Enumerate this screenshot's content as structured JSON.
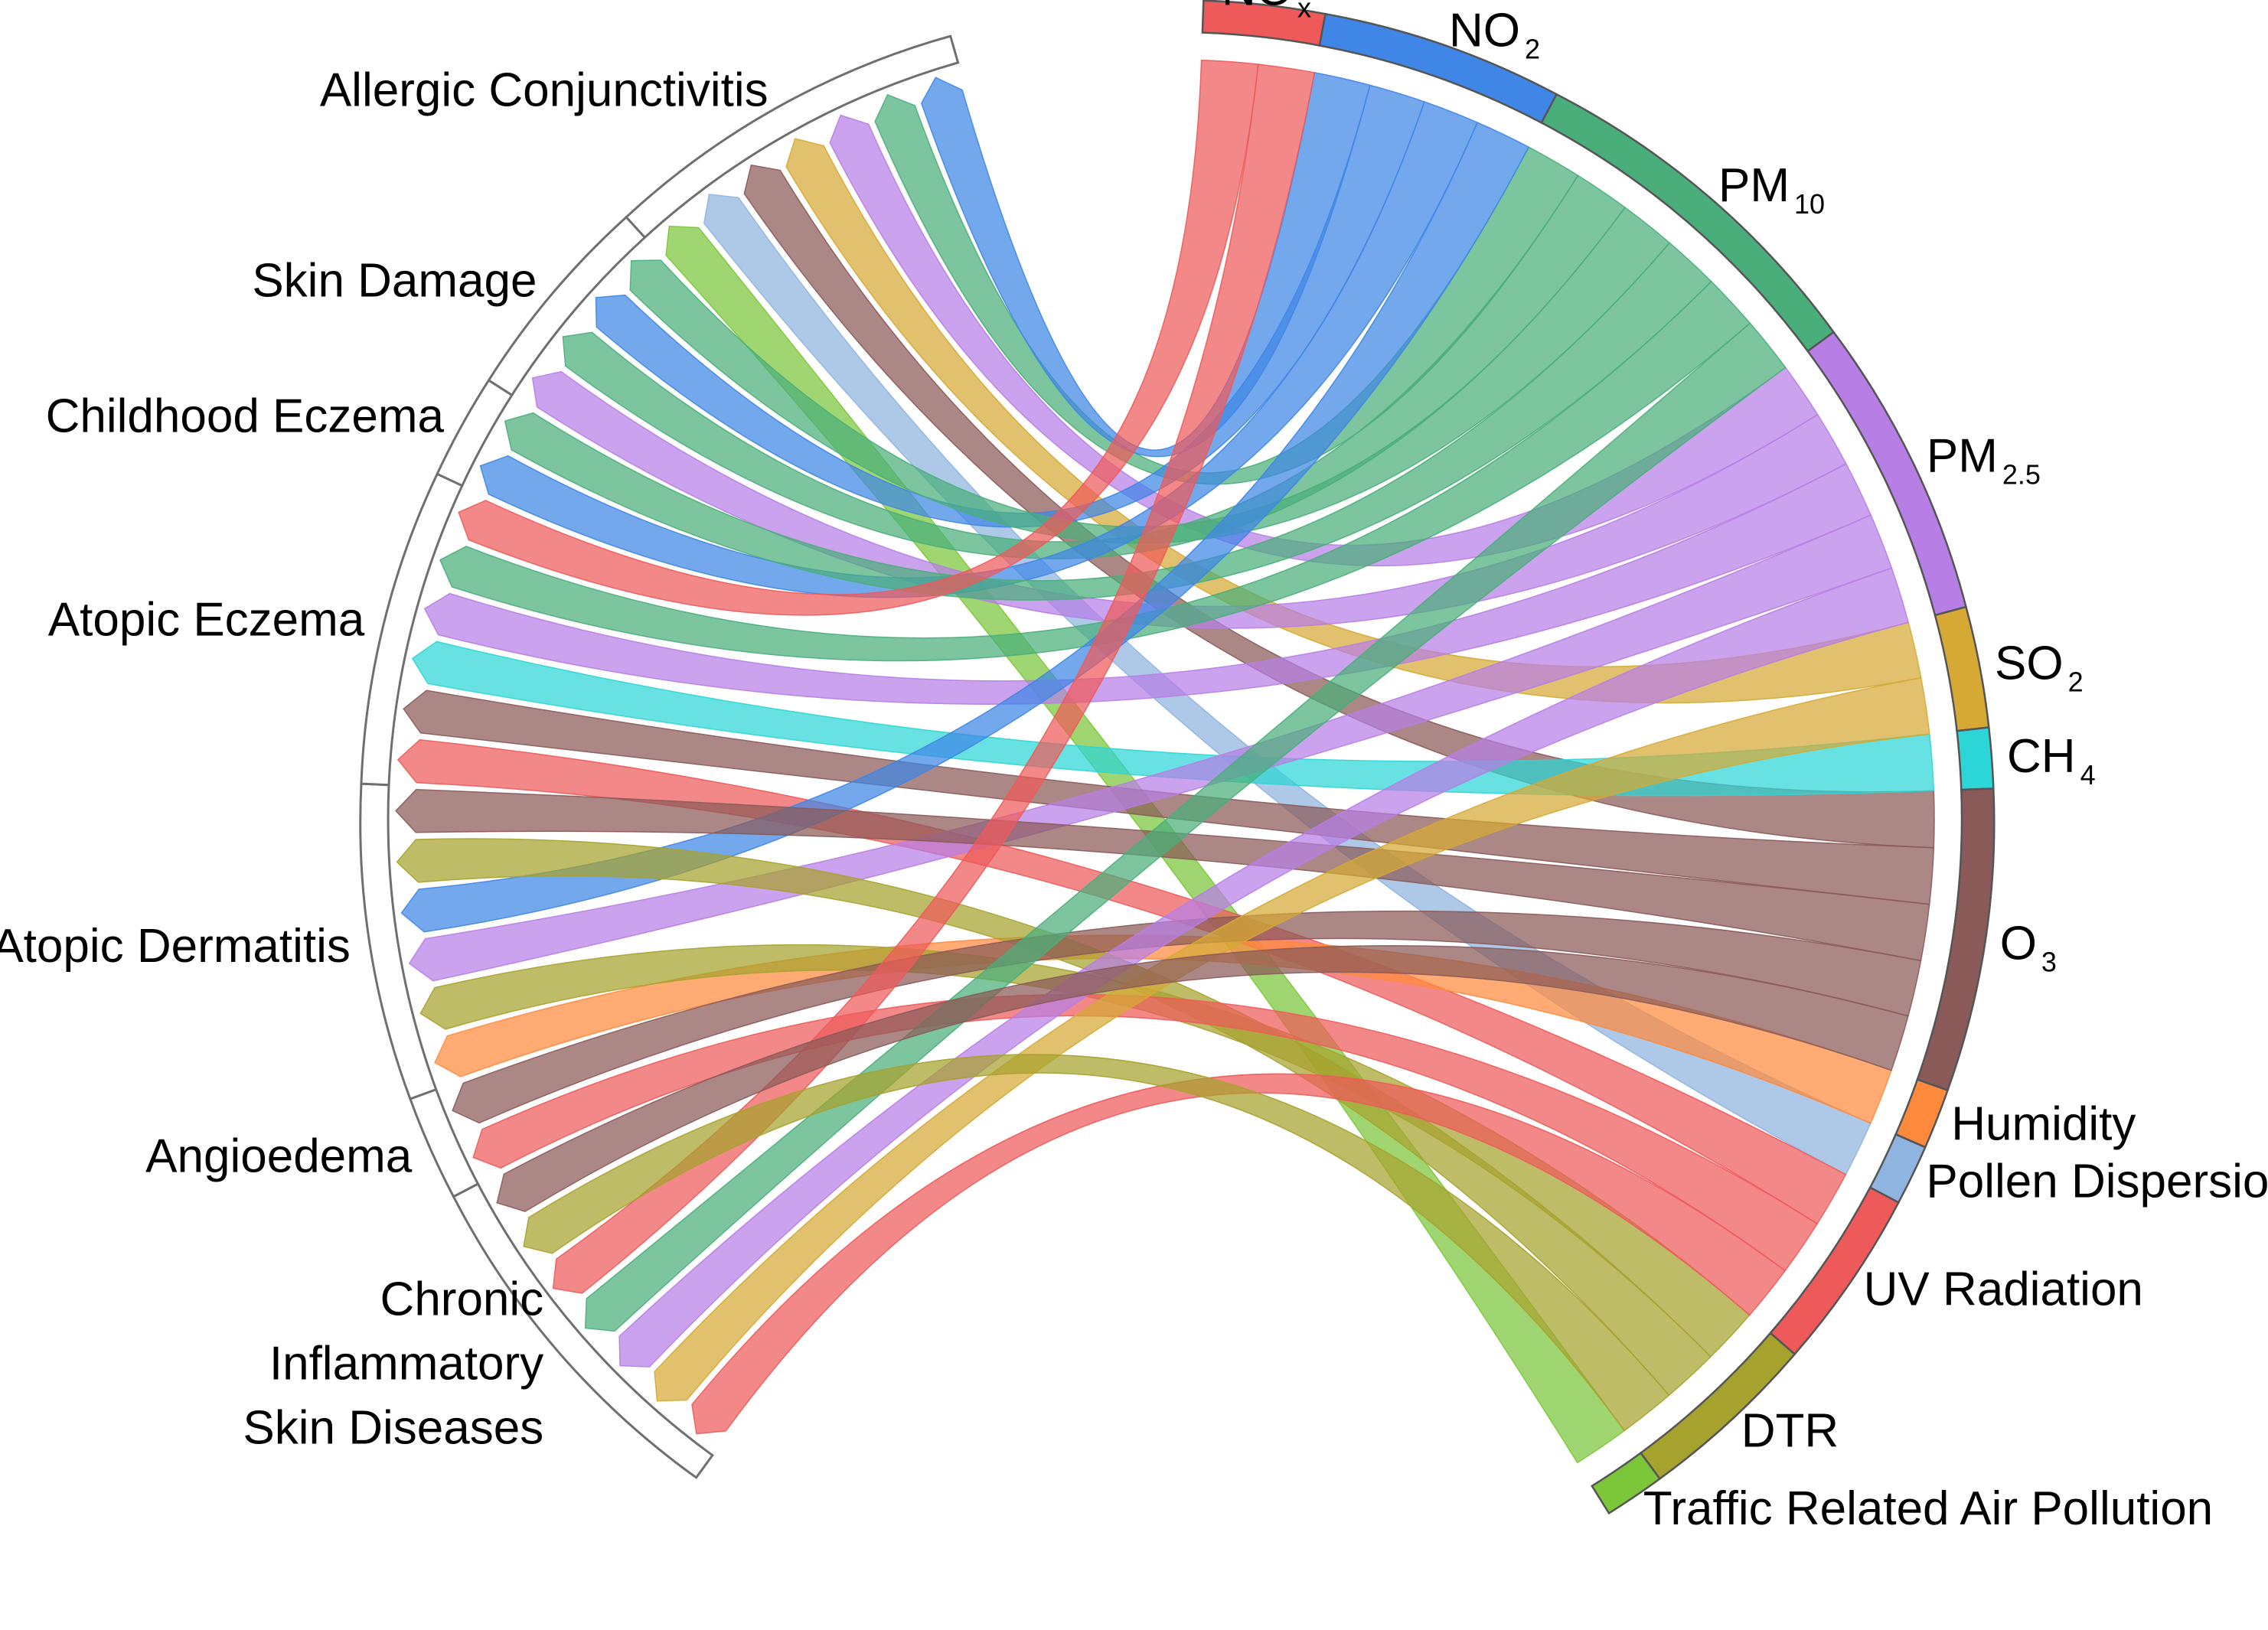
{
  "diagram": {
    "type": "chord",
    "colors": {
      "red": "#ee5a5a",
      "blue": "#3f86e6",
      "green": "#4aae7a",
      "purple": "#b77ee6",
      "gold": "#d5a934",
      "brown": "#8a5a58",
      "lightblue": "#8fb4df",
      "lime": "#7cc63a",
      "cyan": "#2dd6d6",
      "orange": "#ff8a3d",
      "olive": "#a6a22e"
    },
    "diseases": [
      {
        "id": "chronic",
        "lines": [
          "Chronic",
          "Inflammatory",
          "Skin Diseases"
        ],
        "slots": 7
      },
      {
        "id": "angioedema",
        "lines": [
          "Angioedema"
        ],
        "slots": 2
      },
      {
        "id": "atopic_dermatitis",
        "lines": [
          "Atopic Dermatitis"
        ],
        "slots": 6
      },
      {
        "id": "atopic_eczema",
        "lines": [
          "Atopic Eczema"
        ],
        "slots": 6
      },
      {
        "id": "childhood_eczema",
        "lines": [
          "Childhood Eczema"
        ],
        "slots": 2
      },
      {
        "id": "skin_damage",
        "lines": [
          "Skin Damage"
        ],
        "slots": 4
      },
      {
        "id": "allergic_conjunctivitis",
        "lines": [
          "Allergic Conjunctivitis"
        ],
        "slots": 7
      }
    ],
    "factors": [
      {
        "id": "NOx",
        "base": "NO",
        "sub": "x",
        "color": "red"
      },
      {
        "id": "NO2",
        "base": "NO",
        "sub": "2",
        "color": "blue"
      },
      {
        "id": "PM10",
        "base": "PM",
        "sub": "10",
        "color": "green"
      },
      {
        "id": "PM25",
        "base": "PM",
        "sub": "2.5",
        "color": "purple"
      },
      {
        "id": "SO2",
        "base": "SO",
        "sub": "2",
        "color": "gold"
      },
      {
        "id": "CH4",
        "base": "CH",
        "sub": "4",
        "color": "cyan"
      },
      {
        "id": "O3",
        "base": "O",
        "sub": "3",
        "color": "brown"
      },
      {
        "id": "Humidity",
        "base": "Humidity",
        "sub": "",
        "color": "orange"
      },
      {
        "id": "Pollen",
        "base": "Pollen Dispersion",
        "sub": "",
        "color": "lightblue"
      },
      {
        "id": "UV",
        "base": "UV Radiation",
        "sub": "",
        "color": "red"
      },
      {
        "id": "DTR",
        "base": "DTR",
        "sub": "",
        "color": "olive"
      },
      {
        "id": "TRAP",
        "base": "Traffic Related Air Pollution",
        "sub": "",
        "color": "lime"
      }
    ],
    "links": [
      {
        "disease": "allergic_conjunctivitis",
        "factor": "TRAP",
        "color": "lime"
      },
      {
        "disease": "allergic_conjunctivitis",
        "factor": "Pollen",
        "color": "lightblue"
      },
      {
        "disease": "allergic_conjunctivitis",
        "factor": "O3",
        "color": "brown"
      },
      {
        "disease": "allergic_conjunctivitis",
        "factor": "SO2",
        "color": "gold"
      },
      {
        "disease": "allergic_conjunctivitis",
        "factor": "PM25",
        "color": "purple"
      },
      {
        "disease": "allergic_conjunctivitis",
        "factor": "PM10",
        "color": "green"
      },
      {
        "disease": "allergic_conjunctivitis",
        "factor": "NO2",
        "color": "blue"
      },
      {
        "disease": "skin_damage",
        "factor": "PM25",
        "color": "purple"
      },
      {
        "disease": "skin_damage",
        "factor": "PM10",
        "color": "green"
      },
      {
        "disease": "skin_damage",
        "factor": "NO2",
        "color": "blue"
      },
      {
        "disease": "skin_damage",
        "factor": "PM10",
        "color": "green"
      },
      {
        "disease": "childhood_eczema",
        "factor": "NO2",
        "color": "blue"
      },
      {
        "disease": "childhood_eczema",
        "factor": "PM10",
        "color": "green"
      },
      {
        "disease": "atopic_eczema",
        "factor": "UV",
        "color": "red"
      },
      {
        "disease": "atopic_eczema",
        "factor": "O3",
        "color": "brown"
      },
      {
        "disease": "atopic_eczema",
        "factor": "CH4",
        "color": "cyan"
      },
      {
        "disease": "atopic_eczema",
        "factor": "PM25",
        "color": "purple"
      },
      {
        "disease": "atopic_eczema",
        "factor": "PM10",
        "color": "green"
      },
      {
        "disease": "atopic_eczema",
        "factor": "NOx",
        "color": "red"
      },
      {
        "disease": "atopic_dermatitis",
        "factor": "Humidity",
        "color": "orange"
      },
      {
        "disease": "atopic_dermatitis",
        "factor": "DTR",
        "color": "olive"
      },
      {
        "disease": "atopic_dermatitis",
        "factor": "PM25",
        "color": "purple"
      },
      {
        "disease": "atopic_dermatitis",
        "factor": "NO2",
        "color": "blue"
      },
      {
        "disease": "atopic_dermatitis",
        "factor": "DTR",
        "color": "olive"
      },
      {
        "disease": "atopic_dermatitis",
        "factor": "O3",
        "color": "brown"
      },
      {
        "disease": "angioedema",
        "factor": "UV",
        "color": "red"
      },
      {
        "disease": "angioedema",
        "factor": "O3",
        "color": "brown"
      },
      {
        "disease": "chronic",
        "factor": "UV",
        "color": "red"
      },
      {
        "disease": "chronic",
        "factor": "SO2",
        "color": "gold"
      },
      {
        "disease": "chronic",
        "factor": "PM25",
        "color": "purple"
      },
      {
        "disease": "chronic",
        "factor": "PM10",
        "color": "green"
      },
      {
        "disease": "chronic",
        "factor": "NOx",
        "color": "red"
      },
      {
        "disease": "chronic",
        "factor": "DTR",
        "color": "olive"
      },
      {
        "disease": "chronic",
        "factor": "O3",
        "color": "brown"
      }
    ]
  }
}
